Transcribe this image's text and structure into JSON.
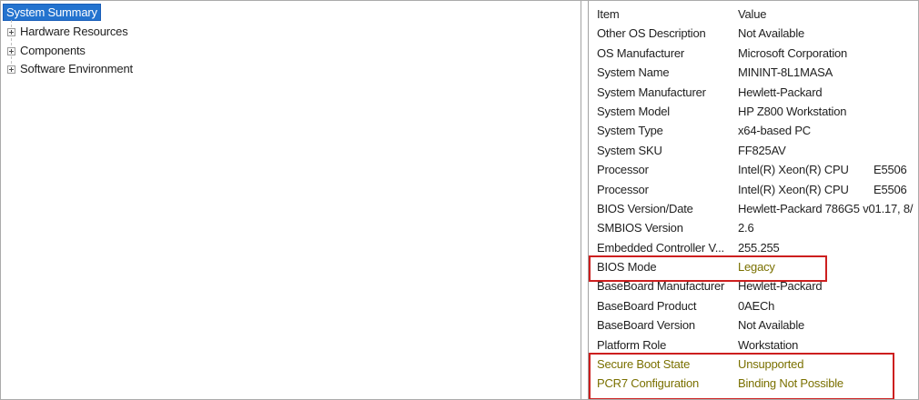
{
  "app": {
    "name": "System Information (msinfo32)"
  },
  "colors": {
    "selection_bg": "#2373cf",
    "selection_border": "#1b5fb8",
    "annotation_red": "#cd1f1f",
    "emphasis_olive": "#7a7000",
    "pane_border": "#a3a3a3",
    "window_border": "#ababab"
  },
  "tree": {
    "selected": "System Summary",
    "items": [
      {
        "label": "Hardware Resources",
        "expander": "plus"
      },
      {
        "label": "Components",
        "expander": "plus"
      },
      {
        "label": "Software Environment",
        "expander": "plus"
      }
    ]
  },
  "table": {
    "headers": {
      "item": "Item",
      "value": "Value"
    },
    "rows": [
      {
        "item": "Other OS Description",
        "value": "Not Available"
      },
      {
        "item": "OS Manufacturer",
        "value": "Microsoft Corporation"
      },
      {
        "item": "System Name",
        "value": "MININT-8L1MASA"
      },
      {
        "item": "System Manufacturer",
        "value": "Hewlett-Packard"
      },
      {
        "item": "System Model",
        "value": "HP Z800 Workstation"
      },
      {
        "item": "System Type",
        "value": "x64-based PC"
      },
      {
        "item": "System SKU",
        "value": "FF825AV"
      },
      {
        "item": "Processor",
        "value": "Intel(R) Xeon(R) CPU        E5506"
      },
      {
        "item": "Processor",
        "value": "Intel(R) Xeon(R) CPU        E5506"
      },
      {
        "item": "BIOS Version/Date",
        "value": "Hewlett-Packard 786G5 v01.17, 8/"
      },
      {
        "item": "SMBIOS Version",
        "value": "2.6"
      },
      {
        "item": "Embedded Controller V...",
        "value": "255.255"
      },
      {
        "item": "BIOS Mode",
        "value": "Legacy",
        "value_olive": true
      },
      {
        "item": "BaseBoard Manufacturer",
        "value": "Hewlett-Packard"
      },
      {
        "item": "BaseBoard Product",
        "value": "0AECh"
      },
      {
        "item": "BaseBoard Version",
        "value": "Not Available"
      },
      {
        "item": "Platform Role",
        "value": "Workstation"
      },
      {
        "item": "Secure Boot State",
        "value": "Unsupported",
        "item_olive": true,
        "value_olive": true
      },
      {
        "item": "PCR7 Configuration",
        "value": "Binding Not Possible",
        "item_olive": true,
        "value_olive": true
      }
    ]
  },
  "annotations": [
    {
      "name": "bios-mode-highlight-box",
      "marks": [
        "BIOS Mode: Legacy"
      ]
    },
    {
      "name": "secure-boot-highlight-box",
      "marks": [
        "Secure Boot State: Unsupported",
        "PCR7 Configuration: Binding Not Possible"
      ]
    }
  ]
}
